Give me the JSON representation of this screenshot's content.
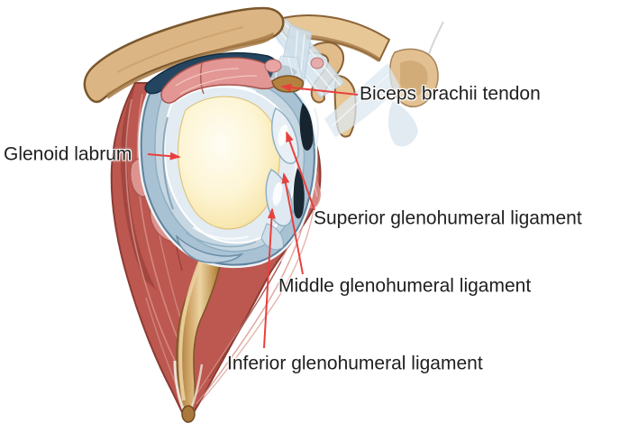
{
  "figure": {
    "background_color": "#ffffff",
    "leader_line_color": "#e8403d",
    "label_text_color": "#1f1f1f",
    "labels": [
      {
        "id": "biceps-brachii-tendon",
        "text": "Biceps brachii tendon"
      },
      {
        "id": "glenoid-labrum",
        "text": "Glenoid labrum"
      },
      {
        "id": "superior-glenohumeral-ligament",
        "text": "Superior glenohumeral ligament"
      },
      {
        "id": "middle-glenohumeral-ligament",
        "text": "Middle glenohumeral ligament"
      },
      {
        "id": "inferior-glenohumeral-ligament",
        "text": "Inferior glenohumeral ligament"
      }
    ]
  }
}
